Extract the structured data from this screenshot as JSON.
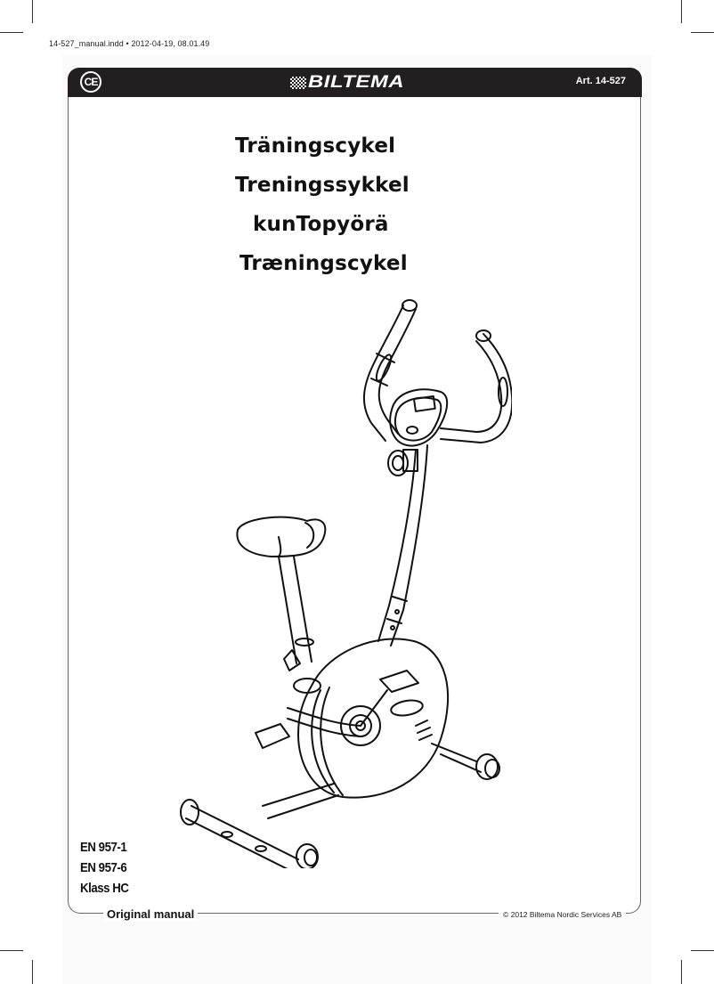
{
  "slug": {
    "text": "14-527_manual.indd • 2012-04-19, 08.01.49"
  },
  "header": {
    "ce_mark": "CE",
    "ce_icon": "ce-mark-icon",
    "brand": "BILTEMA",
    "brand_icon": "checkered-flag-icon",
    "article": "Art. 14-527",
    "background_color": "#231f20",
    "text_color": "#ffffff"
  },
  "titles": [
    "Träningscykel",
    "Treningssykkel",
    "kunTopyörä",
    "Træningscykel"
  ],
  "illustration": {
    "subject": "exercise-bike-line-drawing"
  },
  "standards": [
    "EN 957-1",
    "EN 957-6",
    "Klass HC"
  ],
  "footer": {
    "left": "Original manual",
    "right": "© 2012 Biltema Nordic Services AB"
  }
}
